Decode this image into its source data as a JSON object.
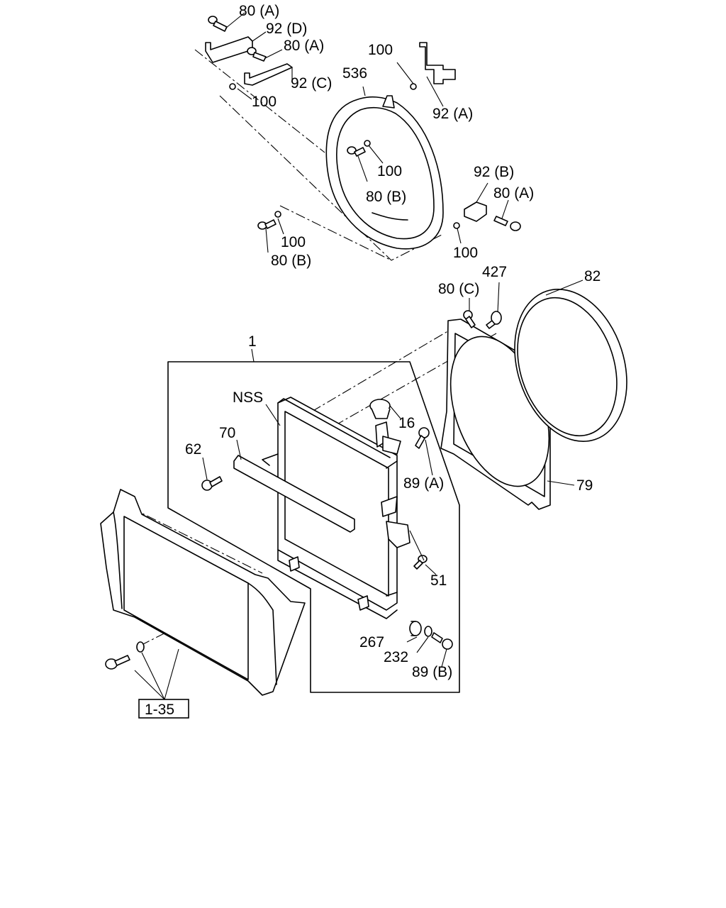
{
  "callouts": {
    "bolt_80a_top": "80 (A)",
    "bracket_92d": "92 (D)",
    "bolt_80a_mid": "80 (A)",
    "clip_100_top": "100",
    "shroud_536": "536",
    "bracket_92c": "92 (C)",
    "clip_100_left": "100",
    "bracket_92a": "92 (A)",
    "clip_100_center": "100",
    "bolt_80b_center": "80 (B)",
    "bracket_92b": "92 (B)",
    "bolt_80a_right": "80 (A)",
    "clip_100_lower_left": "100",
    "bolt_80b_lower_left": "80 (B)",
    "clip_100_lower_right": "100",
    "bolt_80c": "80 (C)",
    "grommet_427": "427",
    "ring_82": "82",
    "assembly_1": "1",
    "nss": "NSS",
    "cap_16": "16",
    "stay_70": "70",
    "bolt_62": "62",
    "bolt_89a": "89 (A)",
    "shroud_79": "79",
    "bolt_51": "51",
    "cushion_267": "267",
    "washer_232": "232",
    "bolt_89b": "89 (B)"
  },
  "reference_box": "1-35"
}
